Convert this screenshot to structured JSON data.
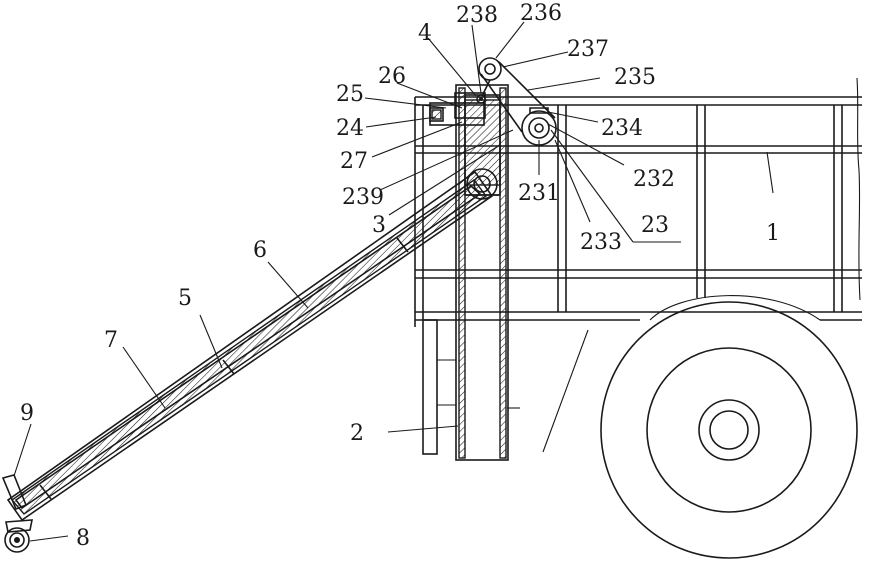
{
  "labels": {
    "l238": "238",
    "l236": "236",
    "l4": "4",
    "l237": "237",
    "l235": "235",
    "l26": "26",
    "l25": "25",
    "l234": "234",
    "l24": "24",
    "l27": "27",
    "l232": "232",
    "l239": "239",
    "l231": "231",
    "l3": "3",
    "l23": "23",
    "l233": "233",
    "l1": "1",
    "l6": "6",
    "l5": "5",
    "l7": "7",
    "l2": "2",
    "l9": "9",
    "l8": "8"
  },
  "colors": {
    "ink": "#1a1a1a",
    "paper": "#ffffff"
  }
}
